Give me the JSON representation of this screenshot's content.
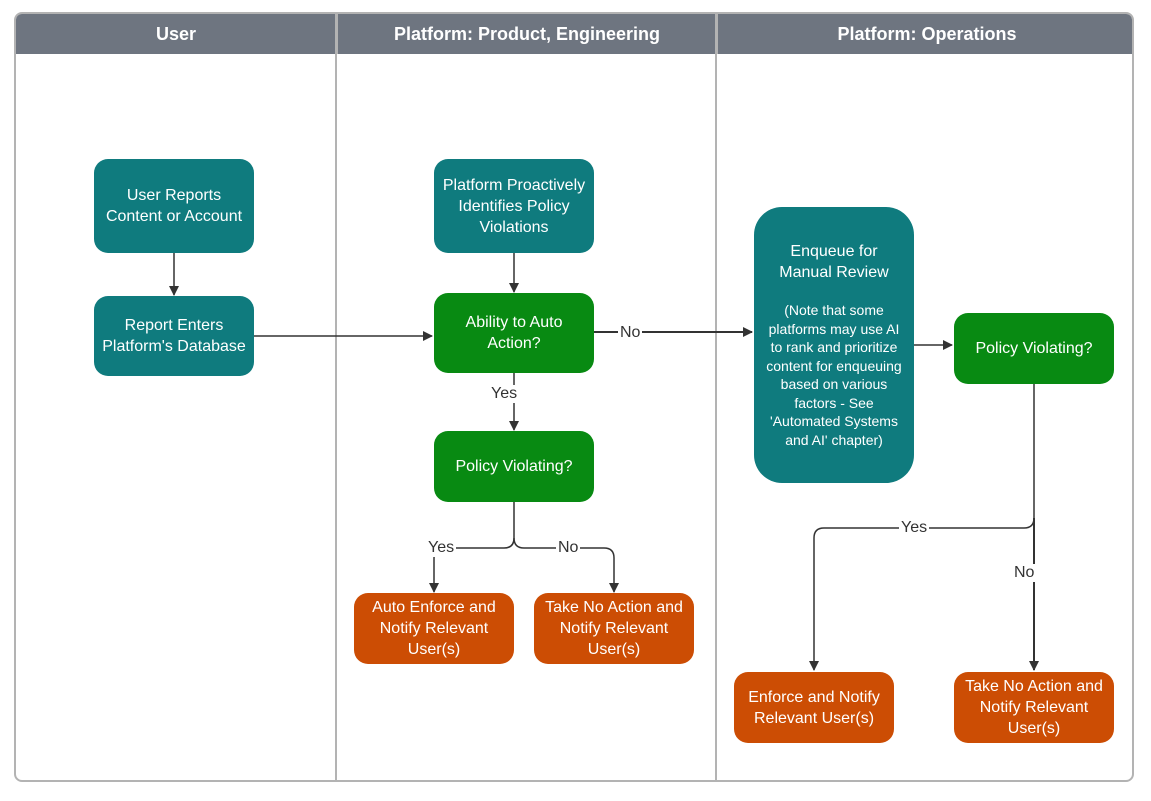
{
  "lanes": [
    {
      "title": "User"
    },
    {
      "title": "Platform: Product, Engineering"
    },
    {
      "title": "Platform: Operations"
    }
  ],
  "nodes": {
    "user_reports": "User Reports Content or Account",
    "report_enters": "Report Enters Platform's Database",
    "proactive": "Platform Proactively Identifies Policy Violations",
    "auto_action": "Ability to Auto Action?",
    "policy_violating_1": "Policy Violating?",
    "auto_enforce": "Auto Enforce and Notify Relevant User(s)",
    "take_no_action_1": "Take No Action and Notify Relevant User(s)",
    "enqueue_title": "Enqueue for Manual Review",
    "enqueue_note": "(Note that some platforms may use AI to rank and prioritize content for enqueuing based on various factors - See 'Automated Systems and AI' chapter)",
    "policy_violating_2": "Policy Violating?",
    "enforce": "Enforce and Notify Relevant User(s)",
    "take_no_action_2": "Take No Action and Notify Relevant User(s)"
  },
  "edge_labels": {
    "auto_no": "No",
    "auto_yes": "Yes",
    "pv1_yes": "Yes",
    "pv1_no": "No",
    "pv2_yes": "Yes",
    "pv2_no": "No"
  },
  "colors": {
    "header": "#6e7580",
    "teal": "#0f7b7e",
    "green": "#088a12",
    "orange": "#cc4d04",
    "line": "#333333"
  }
}
